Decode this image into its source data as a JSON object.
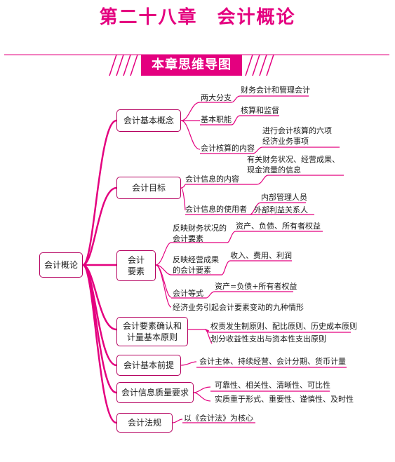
{
  "title": "第二十八章　会计概论",
  "banner": "本章思维导图",
  "root": "会计概论",
  "branches": [
    {
      "label": "会计基本概念",
      "children": [
        {
          "label": "两大分支",
          "leaves": [
            "财务会计和管理会计"
          ]
        },
        {
          "label": "基本职能",
          "leaves": [
            "核算和监督"
          ]
        },
        {
          "label": "会计核算的内容",
          "leaves": [
            "进行会计核算的六项",
            "经济业务事项"
          ]
        }
      ]
    },
    {
      "label": "会计目标",
      "children": [
        {
          "label": "会计信息的内容",
          "leaves": [
            "有关财务状况、经营成果、",
            "现金流量的信息"
          ]
        },
        {
          "label": "会计信息的使用者",
          "leaves": [
            "内部管理人员",
            "外部利益关系人"
          ]
        }
      ]
    },
    {
      "label_lines": [
        "会计",
        "要素"
      ],
      "children": [
        {
          "label_lines": [
            "反映财务状况的",
            "会计要素"
          ],
          "leaves": [
            "资产、负债、所有者权益"
          ]
        },
        {
          "label_lines": [
            "反映经营成果",
            "的会计要素"
          ],
          "leaves": [
            "收入、费用、利润"
          ]
        },
        {
          "label": "会计等式",
          "leaves": [
            "资产=负债+所有者权益"
          ]
        },
        {
          "label": "经济业务引起会计要素变动的九种情形"
        }
      ]
    },
    {
      "label_lines": [
        "会计要素确认和",
        "计量基本原则"
      ],
      "leaves": [
        "权责发生制原则、配比原则、历史成本原则",
        "划分收益性支出与资本性支出原则"
      ]
    },
    {
      "label": "会计基本前提",
      "leaves": [
        "会计主体、持续经营、会计分期、货币计量"
      ]
    },
    {
      "label": "会计信息质量要求",
      "leaves": [
        "可靠性、相关性、清晰性、可比性",
        "实质重于形式、重要性、谨慎性、及时性"
      ]
    },
    {
      "label": "会计法规",
      "leaves": [
        "以《会计法》为核心"
      ]
    }
  ]
}
